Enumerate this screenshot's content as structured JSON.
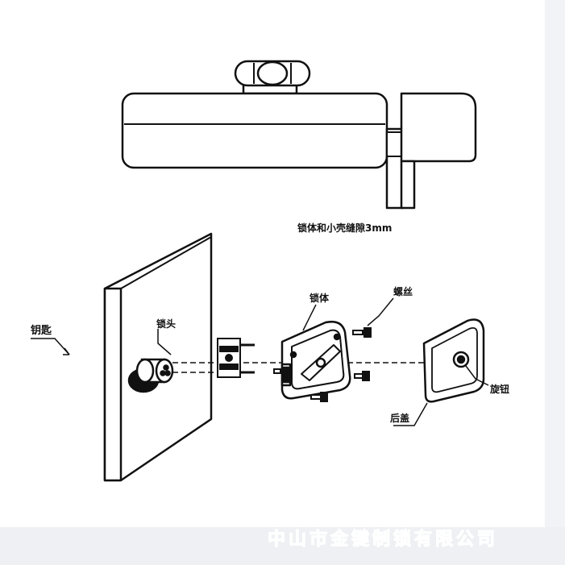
{
  "labels": {
    "gap_note": "锁体和小壳缝隙3mm",
    "key": "钥匙",
    "lock_head": "锁头",
    "lock_body": "锁体",
    "screw": "螺丝",
    "knob": "旋钮",
    "back_cover": "后盖"
  },
  "watermark": "中山市金键制锁有限公司",
  "colors": {
    "line": "#111111",
    "fill": "#ffffff",
    "frame": "#f1f3f6",
    "band": "#eef0f3"
  }
}
